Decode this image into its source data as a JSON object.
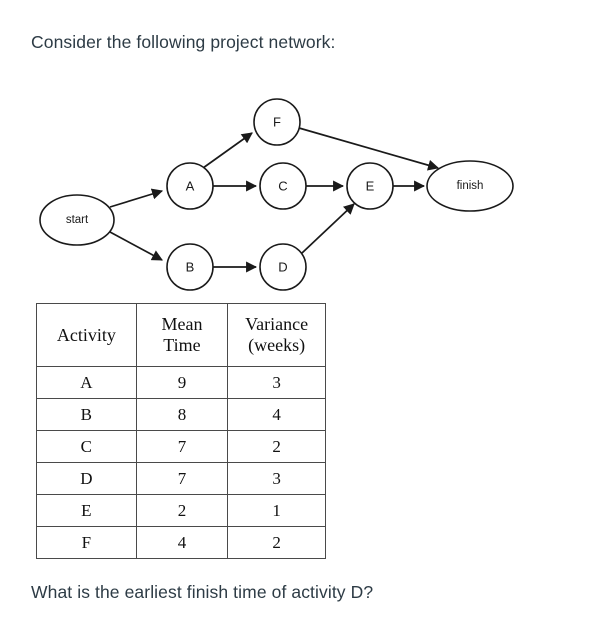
{
  "prompt": "Consider the following project network:",
  "question": "What is the earliest finish time of activity D?",
  "diagram": {
    "start_label": "start",
    "finish_label": "finish",
    "nodes": [
      {
        "id": "start",
        "label": "start",
        "shape": "ellipse"
      },
      {
        "id": "A",
        "label": "A",
        "shape": "circle"
      },
      {
        "id": "B",
        "label": "B",
        "shape": "circle"
      },
      {
        "id": "C",
        "label": "C",
        "shape": "circle"
      },
      {
        "id": "D",
        "label": "D",
        "shape": "circle"
      },
      {
        "id": "E",
        "label": "E",
        "shape": "circle"
      },
      {
        "id": "F",
        "label": "F",
        "shape": "circle"
      },
      {
        "id": "finish",
        "label": "finish",
        "shape": "ellipse"
      }
    ],
    "edges": [
      {
        "from": "start",
        "to": "A"
      },
      {
        "from": "start",
        "to": "B"
      },
      {
        "from": "A",
        "to": "F"
      },
      {
        "from": "A",
        "to": "C"
      },
      {
        "from": "B",
        "to": "D"
      },
      {
        "from": "C",
        "to": "E"
      },
      {
        "from": "D",
        "to": "E"
      },
      {
        "from": "E",
        "to": "finish"
      },
      {
        "from": "F",
        "to": "finish"
      }
    ],
    "node_stroke_color": "#1a1a1a",
    "edge_color": "#1a1a1a"
  },
  "table": {
    "headers": [
      "Activity",
      "Mean Time",
      "Variance (weeks)"
    ],
    "header_lines": [
      [
        "Activity"
      ],
      [
        "Mean",
        "Time"
      ],
      [
        "Variance",
        "(weeks)"
      ]
    ],
    "rows": [
      {
        "activity": "A",
        "mean_time": "9",
        "variance": "3"
      },
      {
        "activity": "B",
        "mean_time": "8",
        "variance": "4"
      },
      {
        "activity": "C",
        "mean_time": "7",
        "variance": "2"
      },
      {
        "activity": "D",
        "mean_time": "7",
        "variance": "3"
      },
      {
        "activity": "E",
        "mean_time": "2",
        "variance": "1"
      },
      {
        "activity": "F",
        "mean_time": "4",
        "variance": "2"
      }
    ]
  },
  "colors": {
    "text": "#2d3b45",
    "table_text": "#111111",
    "table_border": "#4a4a4a",
    "background": "#ffffff"
  }
}
